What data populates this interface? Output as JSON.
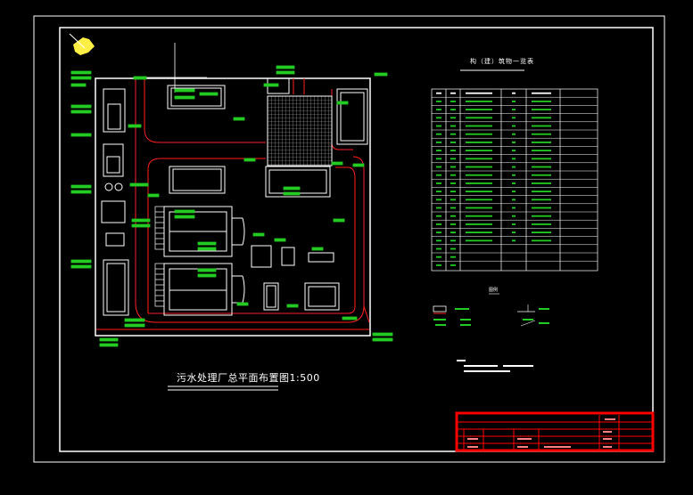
{
  "drawing": {
    "main_title": "污水处理厂总平面布置图1:500",
    "table_title": "构（建）筑物一览表",
    "legend_title": "图例"
  },
  "colors": {
    "background": "#000000",
    "line": "#ffffff",
    "road": "#ff2020",
    "dimension": "#22cc22",
    "title_block": "#ff0000",
    "hatch": "#bbbbbb",
    "north_marker": "#ffee44"
  }
}
